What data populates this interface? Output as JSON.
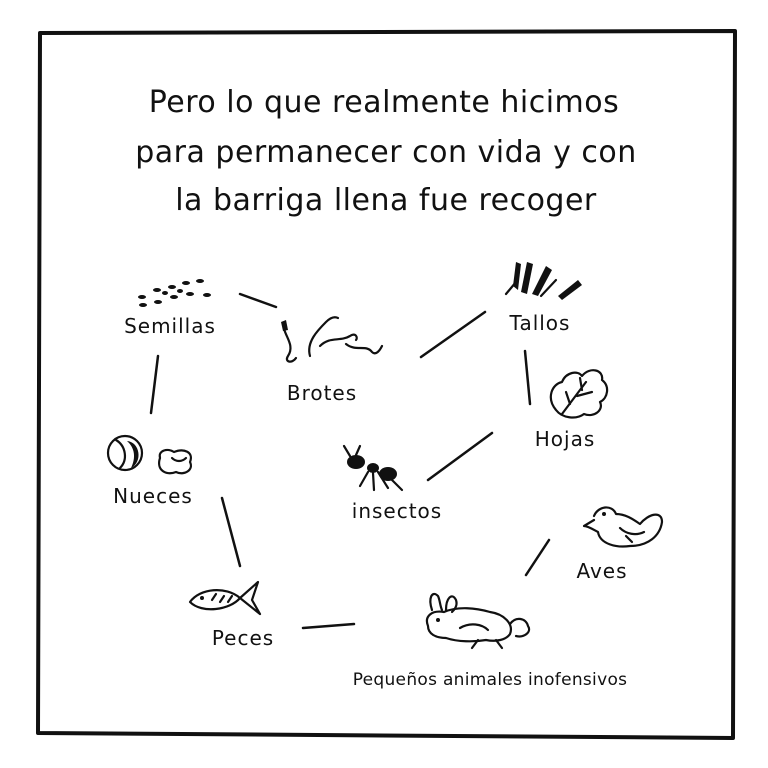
{
  "title": {
    "lines": [
      "Pero lo que realmente hicimos",
      "para permanecer con vida y con",
      "la barriga llena fue recoger"
    ]
  },
  "nodes": {
    "semillas": "Semillas",
    "brotes": "Brotes",
    "tallos": "Tallos",
    "hojas": "Hojas",
    "nueces": "Nueces",
    "insectos": "insectos",
    "aves": "Aves",
    "peces": "Peces",
    "pequenos": "Pequeños animales inofensivos"
  },
  "icons": {
    "semillas": "seeds-icon",
    "brotes": "sprouts-icon",
    "tallos": "stalks-icon",
    "hojas": "leaves-icon",
    "nueces": "nuts-icon",
    "insectos": "ant-icon",
    "aves": "bird-icon",
    "peces": "fish-icon",
    "pequenos": "rabbit-icon"
  },
  "colors": {
    "ink": "#111111",
    "background": "#ffffff"
  }
}
